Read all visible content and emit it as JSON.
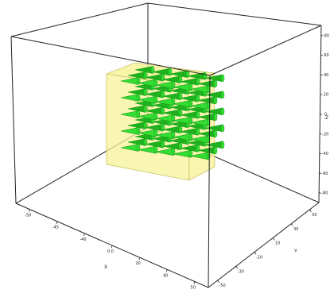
{
  "colors": {
    "box_fill": "#f7f39a",
    "box_edge": "#c9c46a",
    "cone_fill": "#33dd33",
    "cone_dark": "#1fb21f",
    "frame": "#222222"
  },
  "axes": {
    "x": {
      "label": "X",
      "ticks": [
        "-50",
        "-45",
        "-40",
        "0.0",
        "20",
        "40",
        "50"
      ]
    },
    "y": {
      "label": "Y",
      "ticks": [
        "-50",
        "-30",
        "-10",
        "10",
        "30",
        "50"
      ]
    },
    "z": {
      "label": "Z",
      "ticks": [
        "80",
        "60",
        "40",
        "20",
        "0",
        "-20",
        "-40",
        "-60",
        "-80"
      ]
    }
  },
  "arrow_field": {
    "rows": 5,
    "columns": 5,
    "layers": 3,
    "direction": "+x"
  }
}
